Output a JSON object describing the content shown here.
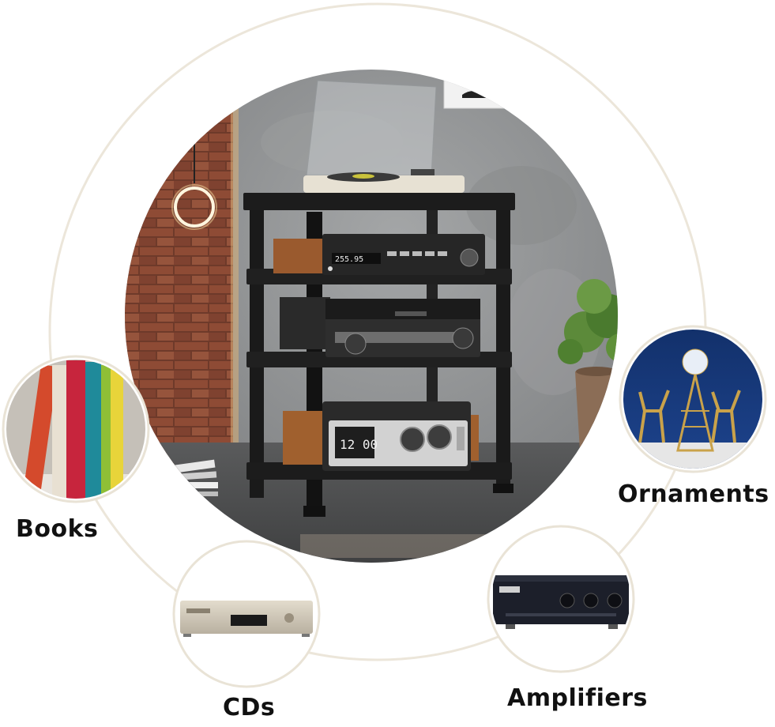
{
  "labels": {
    "books": "Books",
    "ornaments": "Ornaments",
    "cds": "CDs",
    "amplifiers": "Amplifiers"
  },
  "devices": {
    "receiver_display": "255.95",
    "clock_display": "12 00"
  },
  "colors": {
    "ring": "#ece6da",
    "concrete": "#8f9192",
    "brick": "#8a4a36",
    "rack": "#1c1c1c",
    "floor": "#4b4c4d",
    "wood_accent": "#9a5a2e",
    "ornament_blue": "#1b3a78",
    "ornament_gold": "#c9a24a"
  },
  "icons": {
    "turntable": "turntable-icon",
    "receiver": "receiver-icon",
    "amplifier": "amplifier-icon",
    "radio": "radio-icon",
    "plant": "plant-icon",
    "lamp": "lamp-icon",
    "books": "books-icon",
    "ornaments": "deer-ornament-icon",
    "cd_player": "cd-player-icon",
    "amplifier_thumb": "amplifier-thumb-icon"
  }
}
